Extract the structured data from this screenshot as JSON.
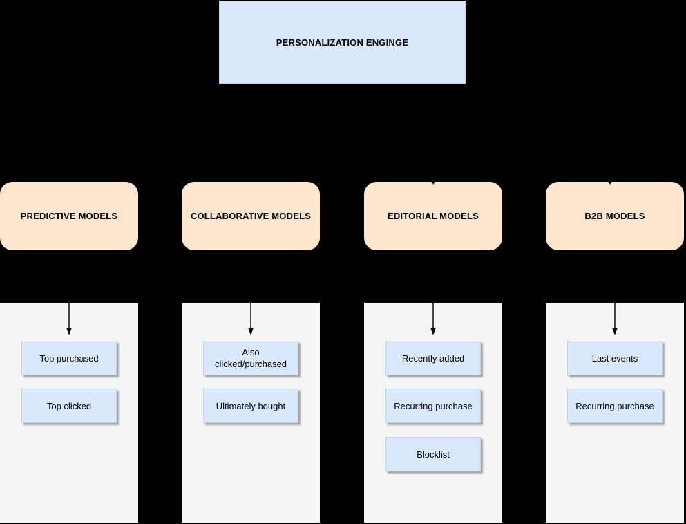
{
  "engine": {
    "label": "PERSONALIZATION ENGINGE"
  },
  "groups": [
    {
      "label": "PREDICTIVE MODELS",
      "children": [
        {
          "label": "Top purchased"
        },
        {
          "label": "Top clicked"
        }
      ]
    },
    {
      "label": "COLLABORATIVE MODELS",
      "children": [
        {
          "label": "Also\nclicked/purchased"
        },
        {
          "label": "Ultimately bought"
        }
      ]
    },
    {
      "label": "EDITORIAL MODELS",
      "children": [
        {
          "label": "Recently added"
        },
        {
          "label": "Recurring purchase"
        },
        {
          "label": "Blocklist"
        }
      ]
    },
    {
      "label": "B2B MODELS",
      "children": [
        {
          "label": "Last events"
        },
        {
          "label": "Recurring purchase"
        }
      ]
    }
  ],
  "colors": {
    "background": "#000000",
    "node_blue": "#dae8fc",
    "node_orange": "#ffe6cc",
    "panel_gray": "#f5f5f5",
    "arrow": "#0a0a0a"
  }
}
